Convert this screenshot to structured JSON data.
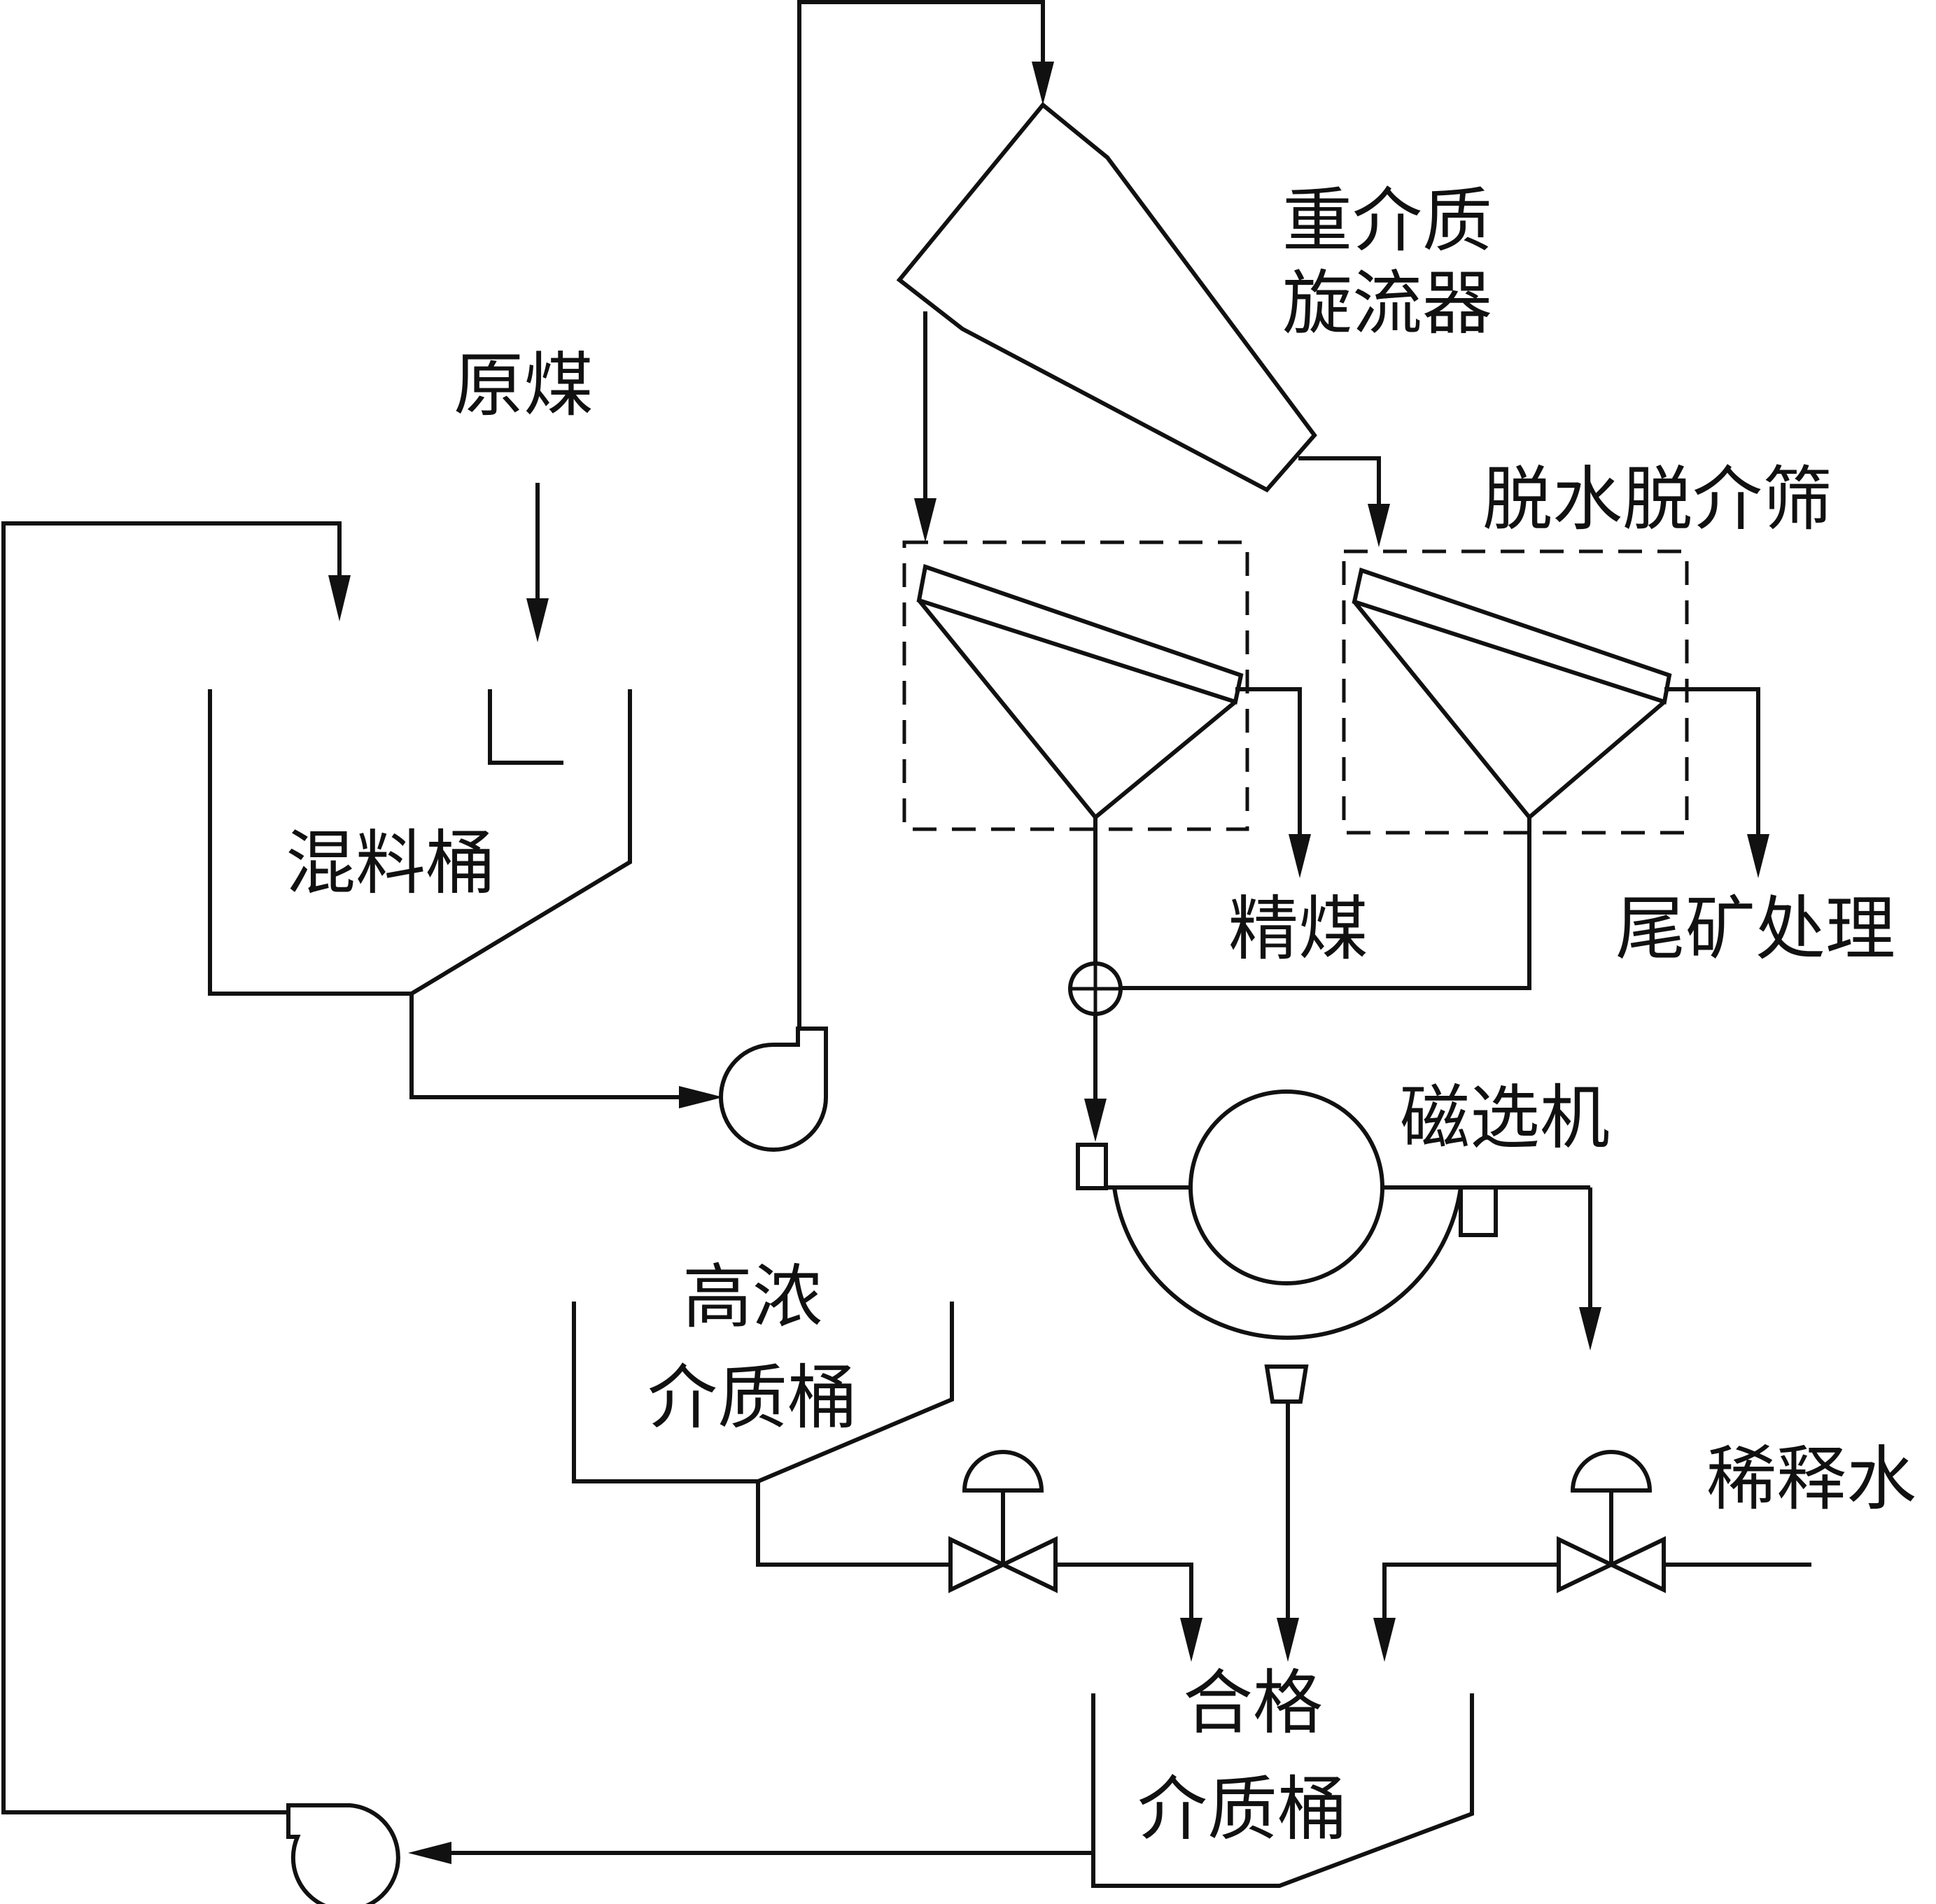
{
  "labels": {
    "raw_coal": "原煤",
    "mixing_bucket": "混料桶",
    "dense_medium_cyclone_line1": "重介质",
    "dense_medium_cyclone_line2": "旋流器",
    "dewatering_screen": "脱水脱介筛",
    "clean_coal": "精煤",
    "tailings_treatment": "尾矿处理",
    "magnetic_separator": "磁选机",
    "high_conc_medium_bucket_line1": "高浓",
    "high_conc_medium_bucket_line2": "介质桶",
    "dilution_water": "稀释水",
    "qualified_medium_bucket_line1": "合格",
    "qualified_medium_bucket_line2": "介质桶"
  }
}
